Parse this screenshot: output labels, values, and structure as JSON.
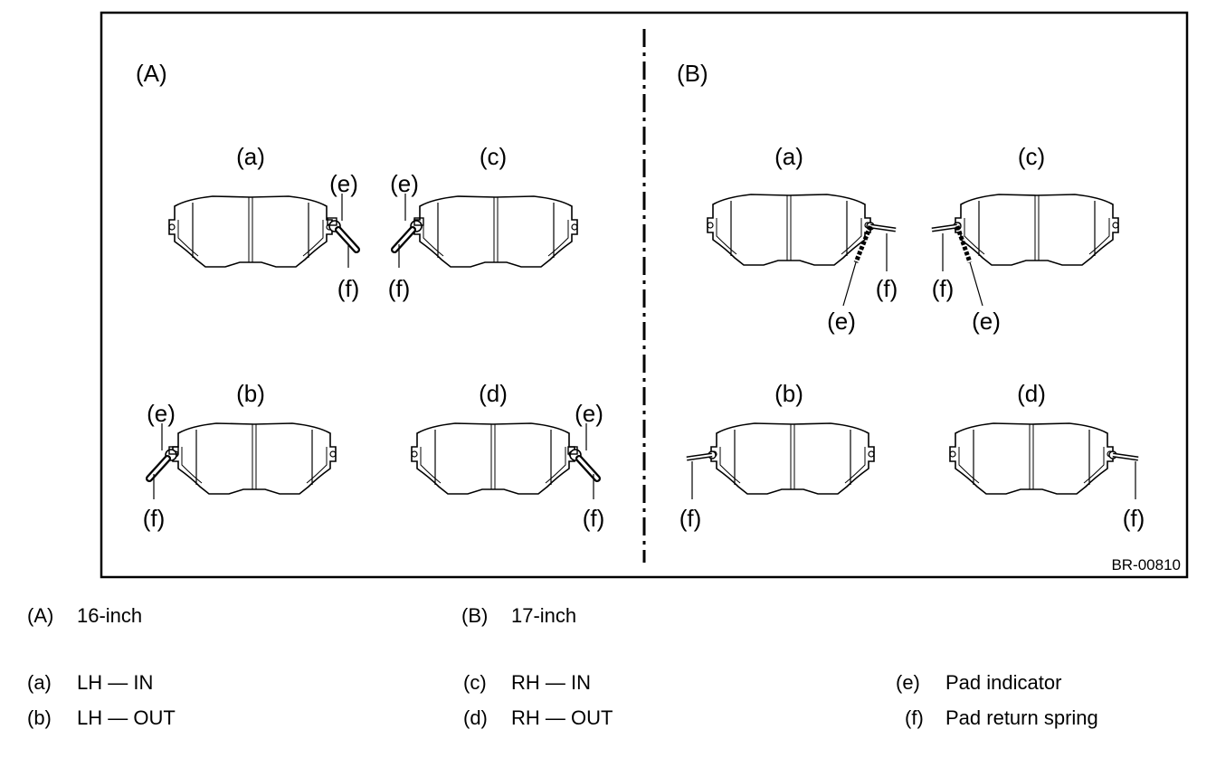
{
  "figure": {
    "panels": {
      "A": {
        "label": "(A)"
      },
      "B": {
        "label": "(B)"
      }
    },
    "pad_labels": {
      "a": "(a)",
      "b": "(b)",
      "c": "(c)",
      "d": "(d)"
    },
    "callouts": {
      "e": "(e)",
      "f": "(f)"
    },
    "reference": "BR-00810"
  },
  "legend": {
    "items": [
      {
        "key": "(A)",
        "text": "16-inch"
      },
      {
        "key": "(B)",
        "text": "17-inch"
      },
      {
        "key": "(a)",
        "text": "LH — IN"
      },
      {
        "key": "(b)",
        "text": "LH — OUT"
      },
      {
        "key": "(c)",
        "text": "RH — IN"
      },
      {
        "key": "(d)",
        "text": "RH — OUT"
      },
      {
        "key": "(e)",
        "text": "Pad indicator"
      },
      {
        "key": "(f)",
        "text": "Pad return spring"
      }
    ]
  }
}
